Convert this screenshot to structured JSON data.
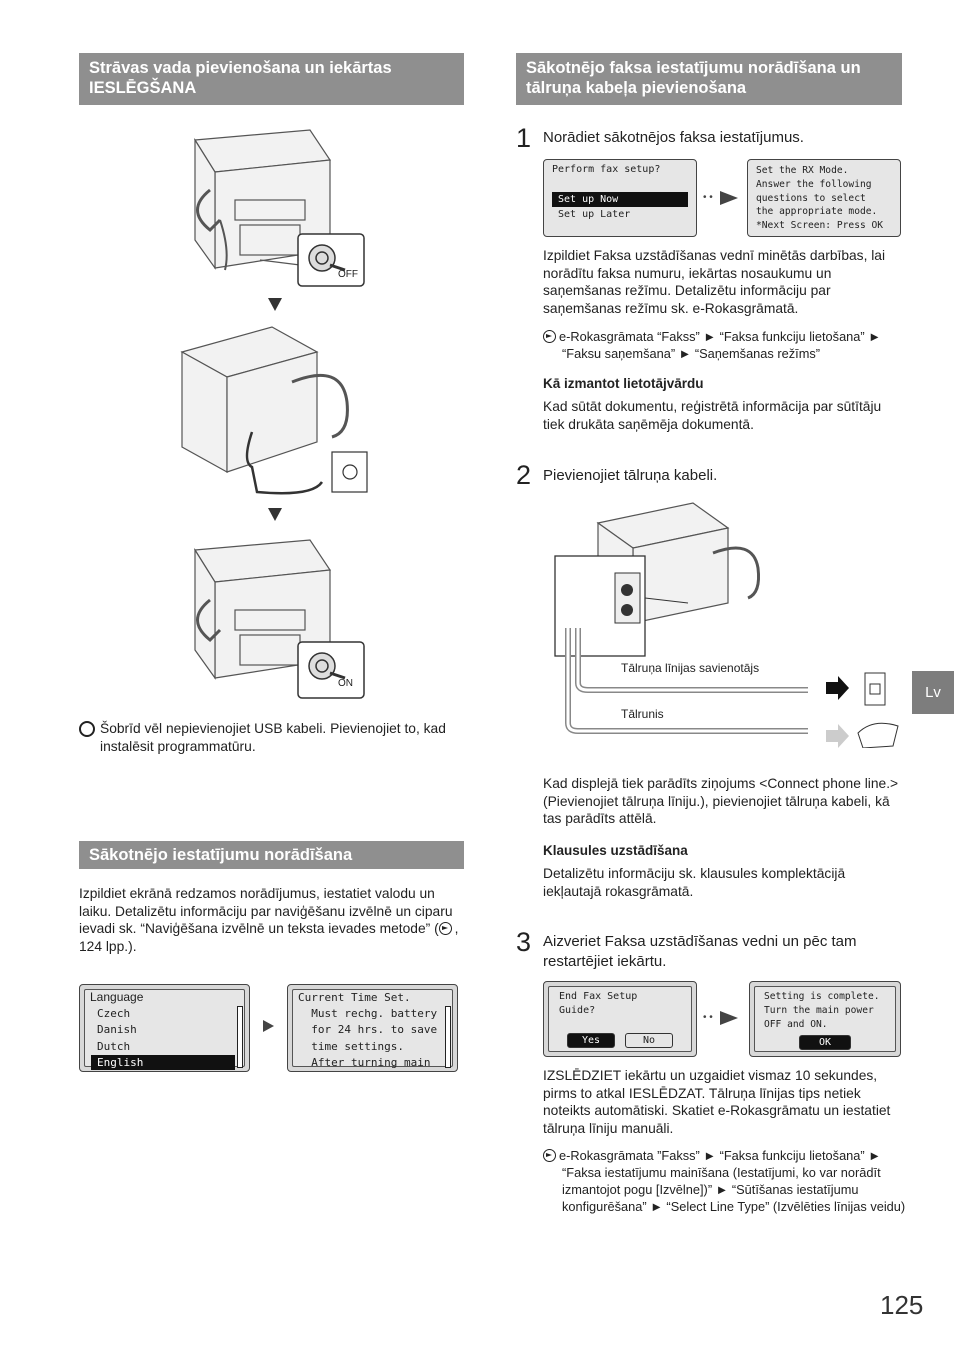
{
  "left": {
    "section1_title": "Strāvas vada pievienošana un iekārtas IESLĒGŠANA",
    "off_label": "OFF",
    "on_label": "ON",
    "note_text": "Šobrīd vēl nepievienojiet USB kabeli. Pievienojiet to, kad instalēsit programmatūru.",
    "section2_title": "Sākotnējo iestatījumu norādīšana",
    "section2_body": "Izpildiet ekrānā redzamos norādījumus, iestatiet valodu un laiku. Detalizētu informāciju par naviģēšanu izvēlnē un ciparu ievadi sk. “Naviģēšana izvēlnē un teksta ievades metode” (",
    "section2_body_end": ", 124 lpp.).",
    "lang_screen": {
      "title": "Language",
      "items": [
        "Czech",
        "Danish",
        "Dutch",
        "English"
      ],
      "selected": "English"
    },
    "time_screen": {
      "lines": [
        "Current Time Set.",
        "  Must rechg. battery",
        "  for 24 hrs. to save",
        "  time settings.",
        "  After turning main"
      ]
    }
  },
  "right": {
    "section_title": "Sākotnējo faksa iestatījumu norādīšana un tālruņa kabeļa pievienošana",
    "step1": {
      "num": "1",
      "title": "Norādiet sākotnējos faksa iestatījumus.",
      "screen_a": {
        "title": "Perform fax setup?",
        "items": [
          "Set up Now",
          "Set up Later"
        ],
        "selected": "Set up Now"
      },
      "screen_b": {
        "lines": [
          "Set the RX Mode.",
          "Answer the following",
          "questions to select",
          "the appropriate mode.",
          "*Next Screen: Press OK"
        ]
      },
      "body": "Izpildiet Faksa uzstādīšanas vednī minētās darbības, lai norādītu faksa numuru, iekārtas nosaukumu un saņemšanas režīmu. Detalizētu informāciju par saņemšanas režīmu sk. e-Rokasgrāmatā.",
      "ref": "e-Rokasgrāmata “Fakss” ► “Faksa funkciju lietošana” ► “Faksu saņemšana” ► “Saņemšanas režīms”",
      "sub_title": "Kā izmantot lietotājvārdu",
      "sub_body": "Kad sūtāt dokumentu, reģistrētā informācija par sūtītāju tiek drukāta saņēmēja dokumentā."
    },
    "step2": {
      "num": "2",
      "title": "Pievienojiet tālruņa kabeli.",
      "label_line": "Tālruņa līnijas savienotājs",
      "label_phone": "Tālrunis",
      "body": "Kad displejā tiek parādīts ziņojums <Connect phone line.> (Pievienojiet tālruņa līniju.), pievienojiet tālruņa kabeli, kā tas parādīts attēlā.",
      "sub_title": "Klausules uzstādīšana",
      "sub_body": "Detalizētu informāciju sk. klausules komplektācijā iekļautajā rokasgrāmatā."
    },
    "step3": {
      "num": "3",
      "title": "Aizveriet Faksa uzstādīšanas vedni un pēc tam restartējiet iekārtu.",
      "screen_a": {
        "lines": [
          "End Fax Setup",
          "Guide?"
        ],
        "btn_yes": "Yes",
        "btn_no": "No"
      },
      "screen_b": {
        "lines": [
          "Setting is complete.",
          "Turn the main power",
          "OFF and ON."
        ],
        "btn_ok": "OK"
      },
      "body": "IZSLĒDZIET iekārtu un uzgaidiet vismaz 10 sekundes, pirms to atkal IESLĒDZAT. Tālruņa līnijas tips netiek noteikts automātiski. Skatiet e-Rokasgrāmatu un iestatiet tālruņa līniju manuāli.",
      "ref": "e-Rokasgrāmata ”Fakss” ► “Faksa funkciju lietošana” ► “Faksa iestatījumu mainīšana (Iestatījumi, ko var norādīt izmantojot pogu [Izvēlne])” ► “Sūtīšanas iestatījumu konfigurēšana” ► “Select Line Type” (Izvēlēties līnijas veidu)"
    }
  },
  "lang_tab": "Lv",
  "page_number": "125"
}
